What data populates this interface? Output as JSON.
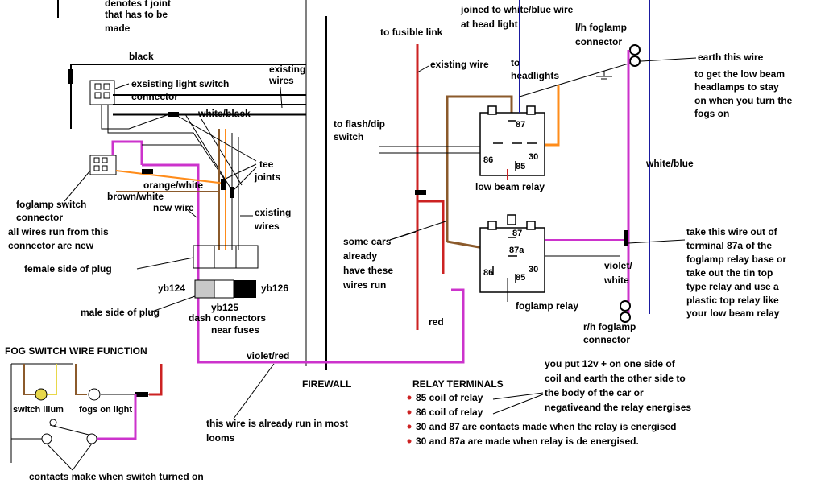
{
  "labels": {
    "joint_note_1": "denotes t joint",
    "joint_note_2": "that has to be",
    "joint_note_3": "made",
    "black": "black",
    "existing_wires_1": "existing",
    "existing_wires_2": "wires",
    "light_switch_1": "exsisting light switch",
    "light_switch_2": "connector",
    "white_black": "white/black",
    "tee_1": "tee",
    "tee_2": "joints",
    "orange_white": "orange/white",
    "brown_white": "brown/white",
    "fog_conn_1": "foglamp switch",
    "fog_conn_2": "connector",
    "fog_conn_3": "all wires run from this",
    "fog_conn_4": "connector are new",
    "new_wire": "new wire",
    "existing2_1": "existing",
    "existing2_2": "wires",
    "female_plug": "female side of plug",
    "yb124": "yb124",
    "yb125": "yb125",
    "yb126": "yb126",
    "male_plug": "male side of plug",
    "dash_1": "dash connectors",
    "dash_2": "near fuses",
    "fog_func": "FOG SWITCH  WIRE FUNCTION",
    "switch_illum": "switch illum",
    "fogs_on": "fogs on light",
    "violet_red": "violet/red",
    "already_run_1": "this wire is already run in most",
    "already_run_2": "looms",
    "contacts_make": "contacts make when switch turned on",
    "firewall": "FIREWALL",
    "fusible": "to fusible link",
    "existing_wire": "existing wire",
    "to_head_1": "to",
    "to_head_2": "headlights",
    "joined_1": "joined to white/blue wire",
    "joined_2": "at head light",
    "lh_1": "l/h foglamp",
    "lh_2": "connector",
    "earth": "earth this wire",
    "lowbeam_1": "to get the low beam",
    "lowbeam_2": "headlamps to stay",
    "lowbeam_3": "on when you turn the",
    "lowbeam_4": "fogs on",
    "flash_1": "to flash/dip",
    "flash_2": "switch",
    "white_blue": "white/blue",
    "low_beam_relay": "low beam relay",
    "some_cars_1": "some cars",
    "some_cars_2": "already",
    "some_cars_3": "have these",
    "some_cars_4": "wires run",
    "take_1": "take this wire out of",
    "take_2": "terminal 87a of the",
    "take_3": "foglamp relay base or",
    "take_4": "take out the tin top",
    "take_5": "type relay and use a",
    "take_6": "plastic top relay like",
    "take_7": "your low beam relay",
    "violet_white_1": "violet/",
    "violet_white_2": "white",
    "foglamp_relay": "foglamp relay",
    "rh_1": "r/h foglamp",
    "rh_2": "connector",
    "red": "red",
    "relay_terms": "RELAY TERMINALS",
    "t1": "85 coil of relay",
    "t2": "86 coil of relay",
    "t3": "30 and 87 are contacts made when the relay is energised",
    "t4": "30 and 87a are made when relay is de energised.",
    "coil_1": "you put 12v + on one side of",
    "coil_2": "coil and earth the other side to",
    "coil_3": "the body of the car or",
    "coil_4": "negativeand the relay energises"
  },
  "relay_pins": {
    "p87": "87",
    "p86": "86",
    "p85": "85",
    "p30": "30",
    "p87a": "87a"
  },
  "colors": {
    "violet": "#cc33cc",
    "red": "#cc2222",
    "brown": "#8b5a2b",
    "orange": "#ff8c1a",
    "blue": "#1a1aa0",
    "yellow": "#e8d84a"
  }
}
